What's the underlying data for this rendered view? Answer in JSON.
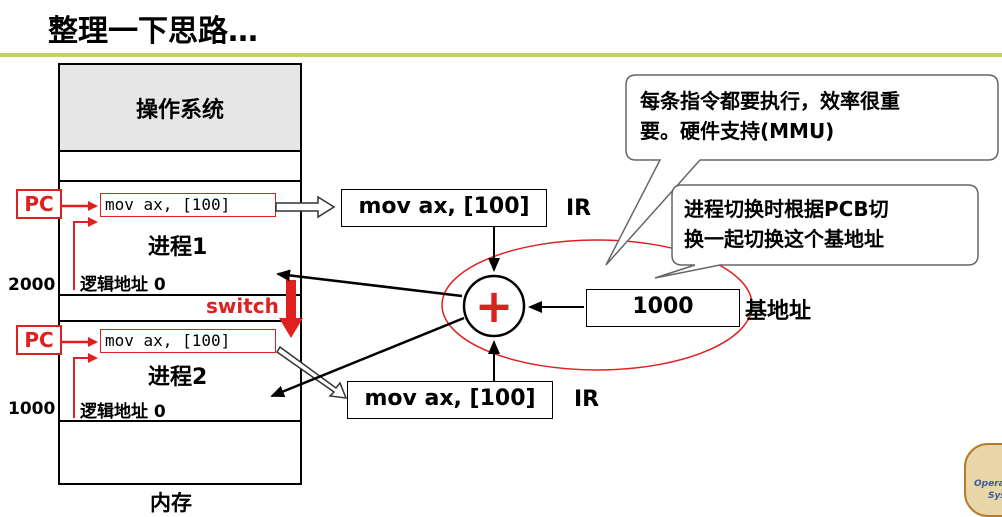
{
  "title": "整理一下思路…",
  "memory": {
    "os_label": "操作系统",
    "bottom_label": "内存"
  },
  "process1": {
    "pc_label": "PC",
    "instruction": "mov ax, [100]",
    "name": "进程1",
    "logical_label": "逻辑地址 0",
    "base_addr": "2000"
  },
  "process2": {
    "pc_label": "PC",
    "instruction": "mov ax, [100]",
    "name": "进程2",
    "logical_label": "逻辑地址 0",
    "base_addr": "1000"
  },
  "switch_label": "switch",
  "ir_top": {
    "instruction": "mov ax, [100]",
    "label": "IR"
  },
  "ir_bottom": {
    "instruction": "mov ax, [100]",
    "label": "IR"
  },
  "adder_symbol": "+",
  "base_register": {
    "value": "1000",
    "label": "基地址"
  },
  "callout1": {
    "line1": "每条指令都要执行，效率很重",
    "line2": "要。硬件支持(MMU)"
  },
  "callout2": {
    "line1": "进程切换时根据PCB切",
    "line2": "换一起切换这个基地址"
  },
  "colors": {
    "accent_red": "#e02020",
    "rule": "#c7cf6b",
    "os_fill": "#e6e6e6"
  }
}
